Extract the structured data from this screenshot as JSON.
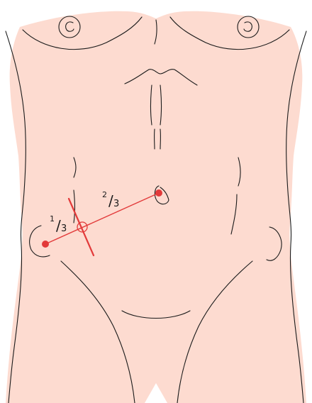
{
  "labels": {
    "one_third_numerator": "1",
    "one_third_denominator": "3",
    "two_thirds_numerator": "2",
    "two_thirds_denominator": "3"
  },
  "colors": {
    "skin": "#fddbd0",
    "outline": "#1a1a1a",
    "marker": "#e23a3a",
    "background": "#ffffff"
  }
}
